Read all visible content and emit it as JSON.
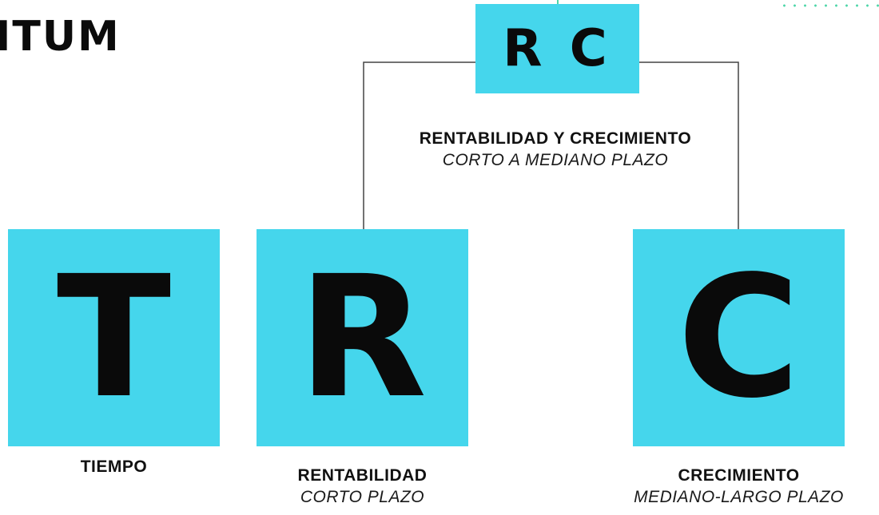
{
  "logo": {
    "text": "ITUM"
  },
  "colors": {
    "box": "#45d6ec",
    "accent": "#4dd6a8",
    "text": "#111111",
    "line": "#444444"
  },
  "diagram": {
    "top": {
      "letters": "R C",
      "title": "RENTABILIDAD Y CRECIMIENTO",
      "subtitle": "CORTO A MEDIANO PLAZO"
    },
    "nodes": [
      {
        "letter": "T",
        "title": "TIEMPO",
        "subtitle": ""
      },
      {
        "letter": "R",
        "title": "RENTABILIDAD",
        "subtitle": "CORTO PLAZO"
      },
      {
        "letter": "C",
        "title": "CRECIMIENTO",
        "subtitle": "MEDIANO-LARGO PLAZO"
      }
    ]
  }
}
